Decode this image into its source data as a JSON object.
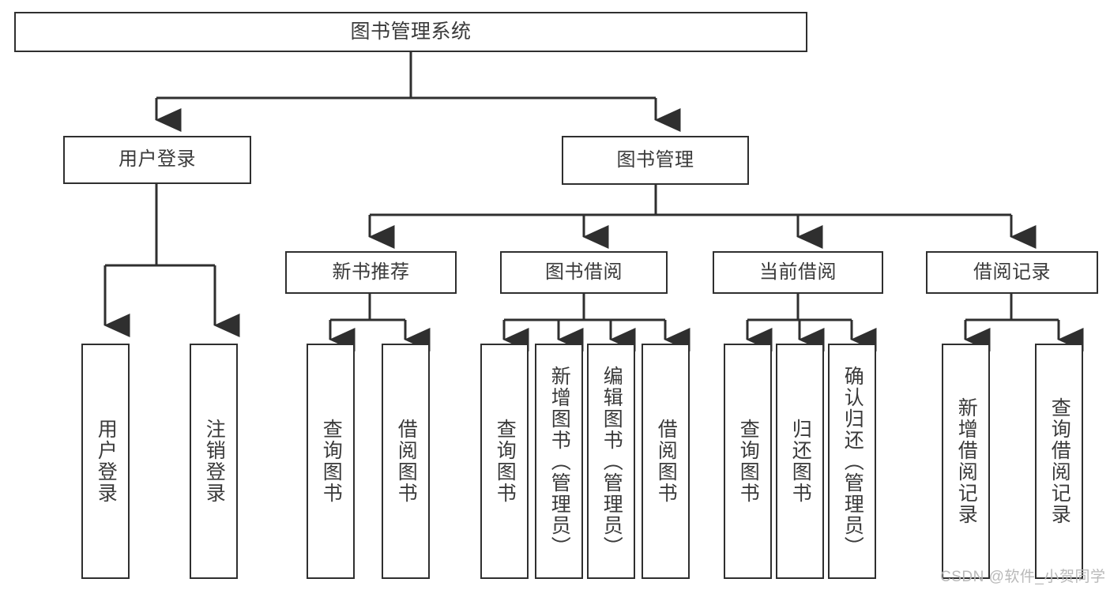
{
  "diagram": {
    "type": "tree",
    "title": "图书管理系统",
    "colors": {
      "border": "#2f2f2f",
      "text": "#3a3a3a",
      "background": "#ffffff",
      "watermark": "#b9b9b9"
    },
    "root": {
      "label": "图书管理系统"
    },
    "level1": [
      {
        "label": "用户登录"
      },
      {
        "label": "图书管理"
      }
    ],
    "level2": [
      {
        "label": "新书推荐"
      },
      {
        "label": "图书借阅"
      },
      {
        "label": "当前借阅"
      },
      {
        "label": "借阅记录"
      }
    ],
    "leaves": {
      "user_login": [
        {
          "label": "用户登录"
        },
        {
          "label": "注销登录"
        }
      ],
      "new_book_recommend": [
        {
          "label": "查询图书"
        },
        {
          "label": "借阅图书"
        }
      ],
      "book_borrow": [
        {
          "label": "查询图书"
        },
        {
          "label": "新增图书（管理员）"
        },
        {
          "label": "编辑图书（管理员）"
        },
        {
          "label": "借阅图书"
        }
      ],
      "current_borrow": [
        {
          "label": "查询图书"
        },
        {
          "label": "归还图书"
        },
        {
          "label": "确认归还（管理员）"
        }
      ],
      "borrow_record": [
        {
          "label": "新增借阅记录"
        },
        {
          "label": "查询借阅记录"
        }
      ]
    }
  },
  "watermark": {
    "text": "CSDN @软件_小贺同学"
  }
}
